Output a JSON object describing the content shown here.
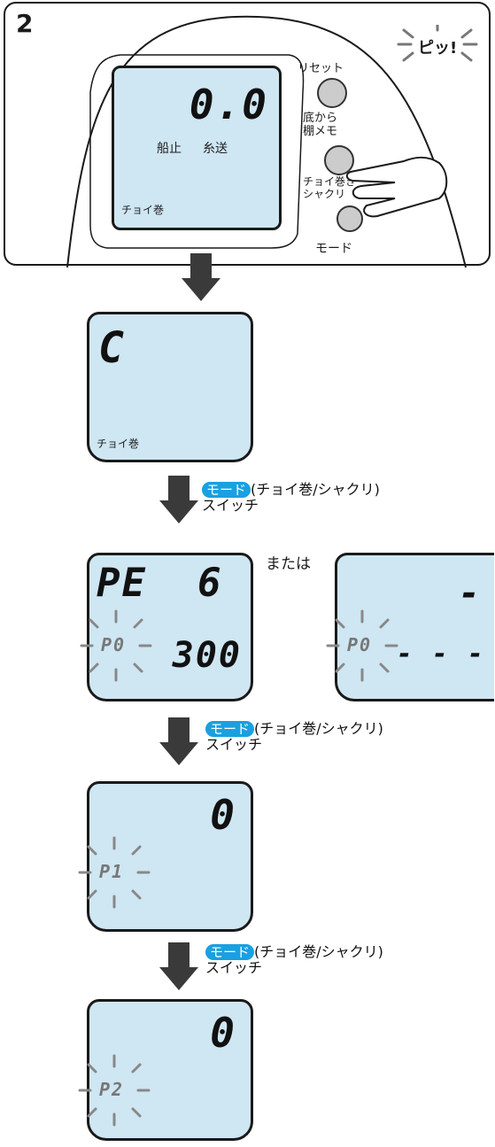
{
  "step_number": "2",
  "beep_text": "ピッ!",
  "device": {
    "reading": "0.0",
    "label_left": "船止",
    "label_right": "糸送",
    "lcd_bottom": "チョイ巻",
    "btn_reset": "リセット",
    "btn_bottom_memo": "底から\n棚メモ",
    "btn_choi": "チョイ巻き\nシャクリ",
    "btn_mode": "モード"
  },
  "screens": {
    "s1": {
      "digits": "C",
      "bottom": "チョイ巻"
    },
    "s2a": {
      "top": "PE  6",
      "mode": "P0",
      "value": "300"
    },
    "or_text": "または",
    "s2b": {
      "top": "-",
      "mode": "P0",
      "value": "- - -"
    },
    "s3": {
      "top": "0",
      "mode": "P1"
    },
    "s4": {
      "top": "0",
      "mode": "P2"
    }
  },
  "switch_caption": {
    "badge": "モード",
    "paren": "(チョイ巻/シャクリ)",
    "line2": "スイッチ"
  },
  "colors": {
    "lcd": "#cfe6f3",
    "badge": "#1aa0e0",
    "arrow": "#3a3a3a"
  }
}
